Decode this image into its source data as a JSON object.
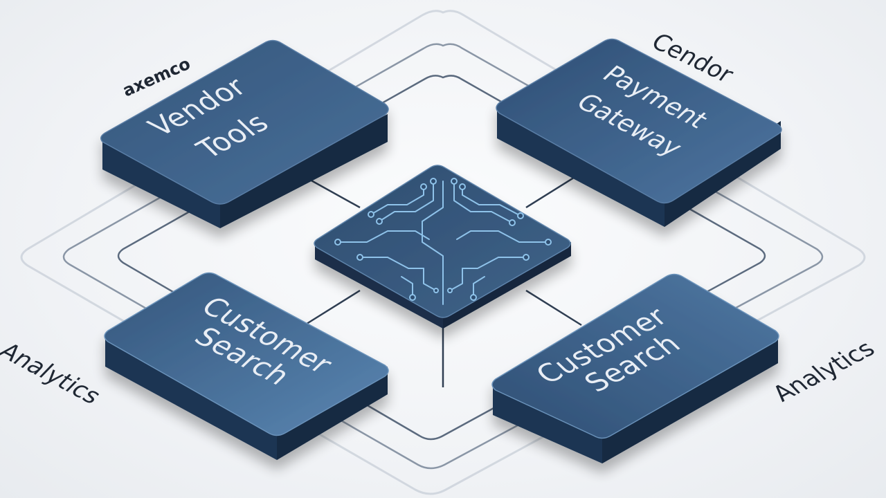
{
  "labels": {
    "top_left_outer": "axemco",
    "top_right_outer": "Cendor",
    "bottom_left_outer": "Analytics",
    "bottom_right_outer": "Analytics"
  },
  "tiles": {
    "top_left": {
      "line1": "Vendor",
      "line2": "Tools"
    },
    "top_right": {
      "line1": "Payment",
      "line2": "Gateway"
    },
    "bottom_left": {
      "line1": "Customer",
      "line2": "Search"
    },
    "bottom_right": {
      "line1": "Customer",
      "line2": "Search"
    }
  },
  "colors": {
    "tile_top": "#3d6289",
    "tile_top_light": "#5680aa",
    "tile_side": "#1d3553",
    "tile_edge": "#2a4a6e",
    "chip_top": "#35567a",
    "circuit": "#8fc3ea",
    "connector": "#2f3e52",
    "outer_ring": "#c9cfd7",
    "text_light": "#e9eef5",
    "text_dark": "#1f2733"
  }
}
